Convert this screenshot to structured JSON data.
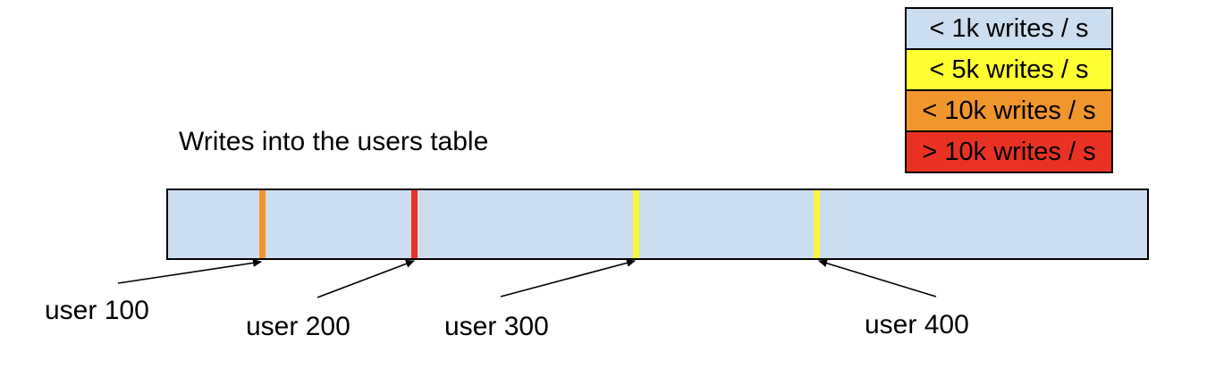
{
  "title": "Writes into the users table",
  "legend": {
    "items": [
      {
        "label": "< 1k writes / s",
        "color": "#cdddf0"
      },
      {
        "label": "< 5k writes / s",
        "color": "#ffff32"
      },
      {
        "label": "< 10k writes / s",
        "color": "#f0962c"
      },
      {
        "label": "> 10k writes / s",
        "color": "#e93223"
      }
    ]
  },
  "bar": {
    "fill_color": "#cdddf0",
    "border_color": "#000000",
    "markers": [
      {
        "user": "user 100",
        "rate_category": "< 10k writes / s",
        "color": "#f0962c",
        "position_fraction": 0.1
      },
      {
        "user": "user 200",
        "rate_category": "> 10k writes / s",
        "color": "#e93223",
        "position_fraction": 0.25
      },
      {
        "user": "user 300",
        "rate_category": "< 5k writes / s",
        "color": "#f8f83a",
        "position_fraction": 0.48
      },
      {
        "user": "user 400",
        "rate_category": "< 5k writes / s",
        "color": "#f8f83a",
        "position_fraction": 0.66
      }
    ]
  }
}
